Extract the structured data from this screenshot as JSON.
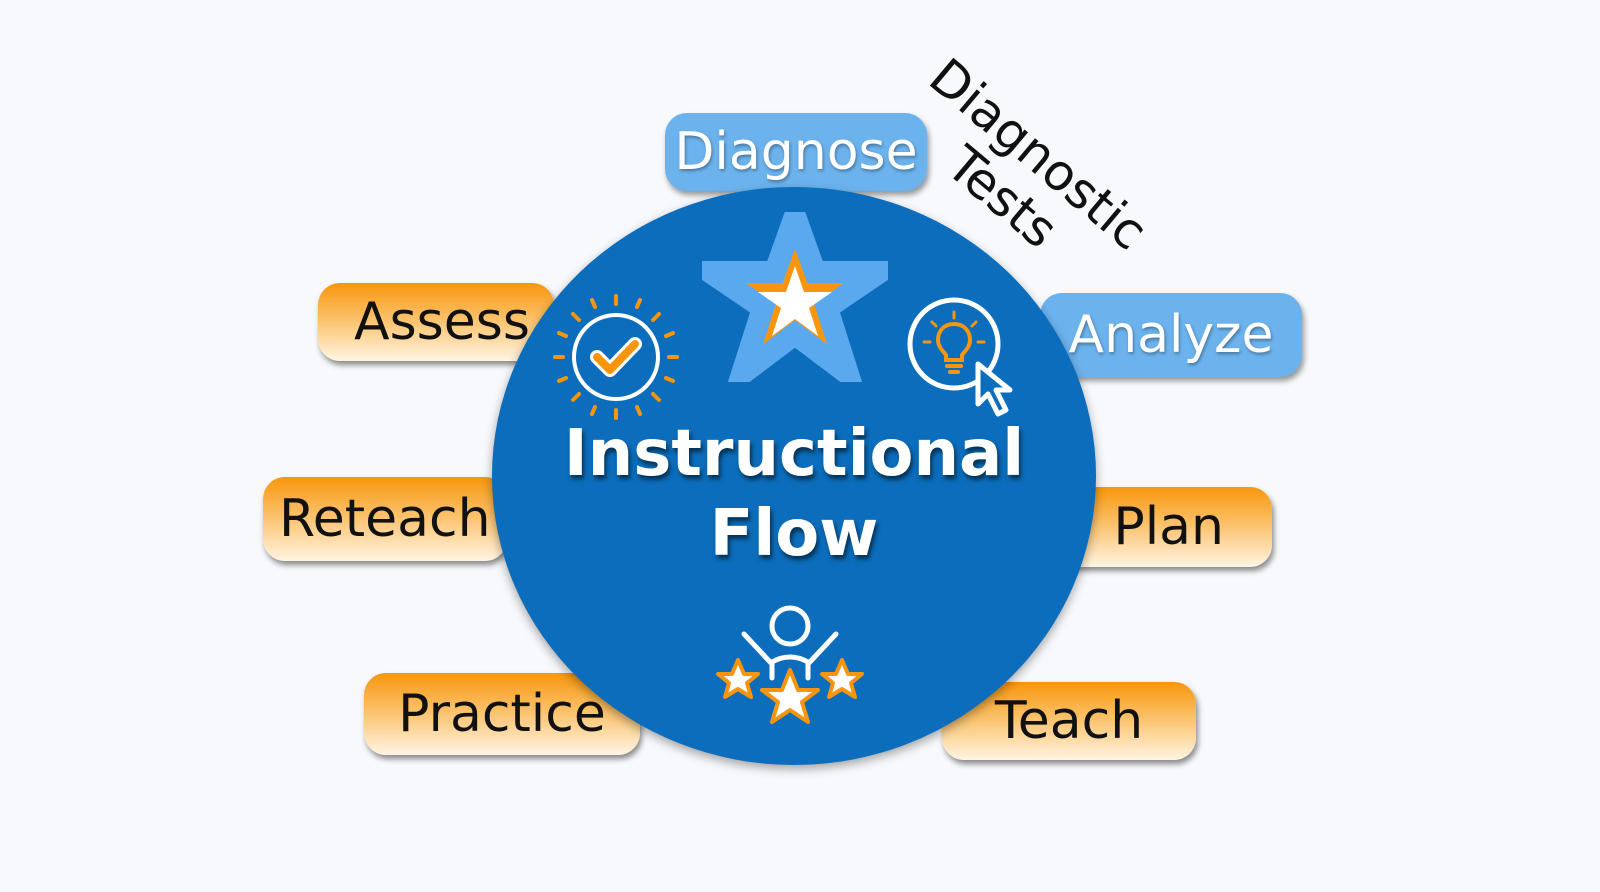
{
  "center": {
    "line1": "Instructional",
    "line2": "Flow"
  },
  "nodes": {
    "diagnose": "Diagnose",
    "analyze": "Analyze",
    "plan": "Plan",
    "teach": "Teach",
    "practice": "Practice",
    "reteach": "Reteach",
    "assess": "Assess"
  },
  "annotation": {
    "line1": "Diagnostic",
    "line2": "Tests"
  },
  "colors": {
    "circle": "#0b6dbb",
    "blue_node": "#6cb3ee",
    "orange_node": "#f7960d",
    "icon_accent": "#f7960d",
    "star_blue": "#5aa9ee",
    "background": "#f8f9fc"
  },
  "icons": [
    "star-logo-icon",
    "checkmark-badge-icon",
    "lightbulb-cursor-icon",
    "person-stars-icon"
  ]
}
